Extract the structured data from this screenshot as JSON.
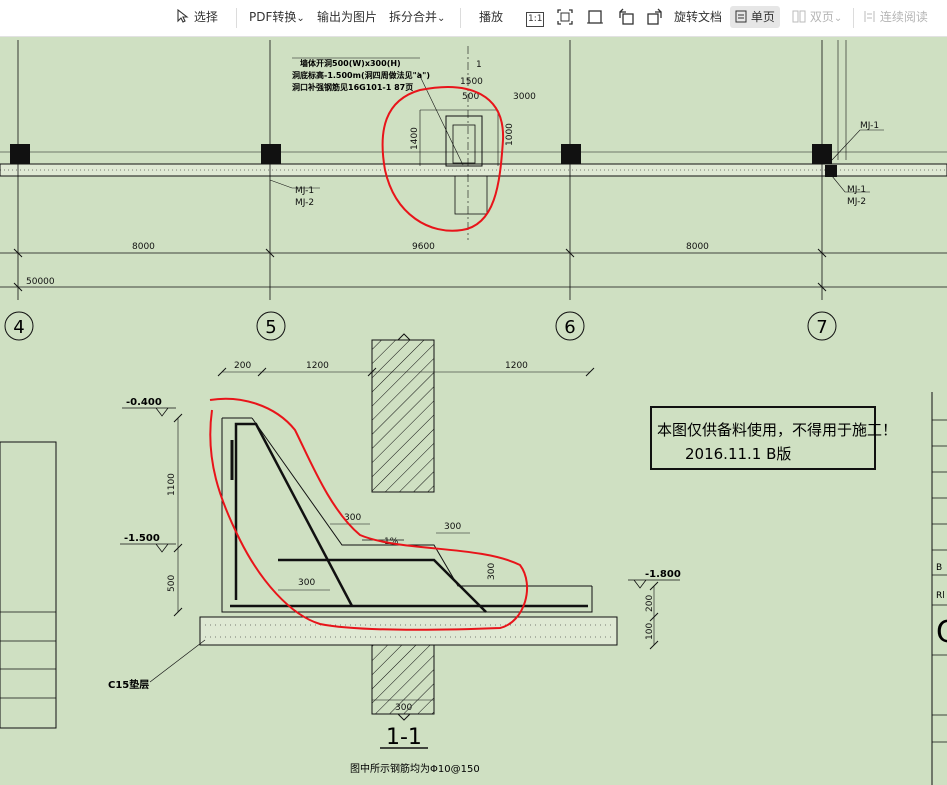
{
  "toolbar": {
    "select": "选择",
    "pdf_convert": "PDF转换",
    "export_image": "输出为图片",
    "split_merge": "拆分合并",
    "play": "播放",
    "actual_size": "1:1",
    "rotate_doc": "旋转文档",
    "single_page": "单页",
    "double_page": "双页",
    "continuous": "连续阅读",
    "dropdown_caret": "⌄"
  },
  "drawing": {
    "top_note": {
      "line1": "墙体开洞500(W)x300(H)",
      "line2": "洞底标高-1.500m(洞四周做法见\"a\")",
      "line3": "洞口补强钢筋见16G101-1 87页"
    },
    "section_marker": "1",
    "dims_top": [
      "1500",
      "500",
      "3000",
      "1400",
      "1000"
    ],
    "mj_labels": {
      "left_1": "MJ-1",
      "left_2": "MJ-2",
      "right_top": "MJ-1",
      "right_1": "MJ-1",
      "right_2": "MJ-2"
    },
    "span_dims": [
      "8000",
      "9600",
      "8000"
    ],
    "total_dim": "50000",
    "axes": [
      "4",
      "5",
      "6",
      "7"
    ],
    "section": {
      "dims": [
        "200",
        "1200",
        "1200",
        "1100",
        "500",
        "300",
        "300",
        "300",
        "300",
        "200",
        "100",
        "300"
      ],
      "elevations": [
        "-0.400",
        "-1.500",
        "-1.800"
      ],
      "slope": "1%",
      "cushion_label": "C15垫层",
      "title": "1-1",
      "rebar_note": "图中所示钢筋均为Φ10@150"
    },
    "stamp": {
      "line1": "本图仅供备料使用，不得用于施工！",
      "line2": "2016.11.1 B版"
    },
    "side_fragments": [
      "B",
      "Rl",
      "C"
    ],
    "colors": {
      "background": "#cfe0c2",
      "markup": "#e8141a",
      "ink": "#111111"
    }
  }
}
